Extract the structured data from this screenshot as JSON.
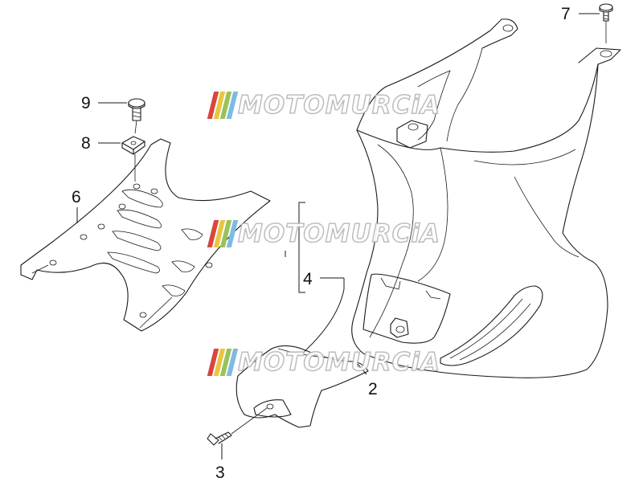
{
  "callouts": {
    "part_2": "2",
    "part_3": "3",
    "part_4": "4",
    "part_6": "6",
    "part_7": "7",
    "part_8": "8",
    "part_9": "9"
  },
  "watermark": {
    "text": "MOTOMURCiA",
    "bar_colors": [
      "#d9463e",
      "#e8c640",
      "#9bc25a",
      "#7dbbe0"
    ]
  }
}
